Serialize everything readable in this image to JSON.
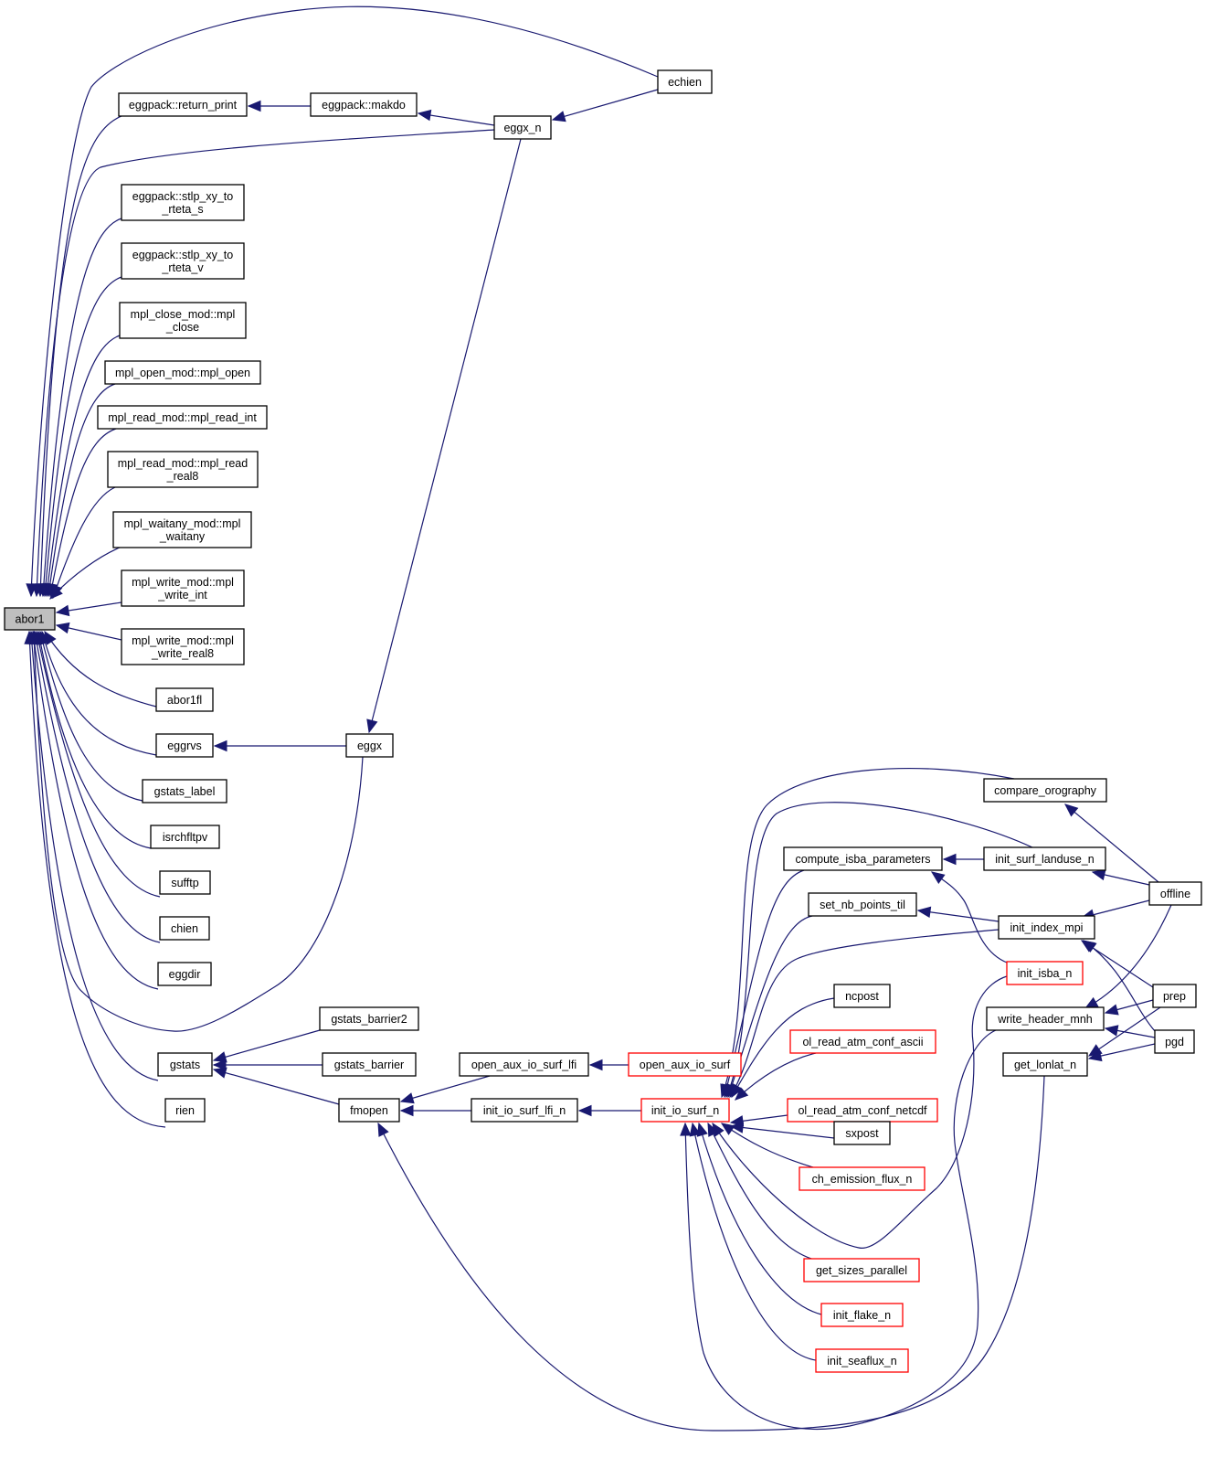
{
  "title": "abor1 caller graph",
  "colors": {
    "edge": "#191970",
    "root_fill": "#bfbfbf",
    "node_border": "#000000",
    "truncated_border": "#ff0000"
  },
  "root": "abor1",
  "nodes": [
    {
      "id": "abor1",
      "lines": [
        "abor1"
      ],
      "type": "root"
    },
    {
      "id": "eggpack_return_print",
      "lines": [
        "eggpack::return_print"
      ],
      "type": "normal"
    },
    {
      "id": "eggpack_makdo",
      "lines": [
        "eggpack::makdo"
      ],
      "type": "normal"
    },
    {
      "id": "eggx_n",
      "lines": [
        "eggx_n"
      ],
      "type": "normal"
    },
    {
      "id": "echien",
      "lines": [
        "echien"
      ],
      "type": "normal"
    },
    {
      "id": "stlp_s",
      "lines": [
        "eggpack::stlp_xy_to",
        "_rteta_s"
      ],
      "type": "normal"
    },
    {
      "id": "stlp_v",
      "lines": [
        "eggpack::stlp_xy_to",
        "_rteta_v"
      ],
      "type": "normal"
    },
    {
      "id": "mpl_close",
      "lines": [
        "mpl_close_mod::mpl",
        "_close"
      ],
      "type": "normal"
    },
    {
      "id": "mpl_open",
      "lines": [
        "mpl_open_mod::mpl_open"
      ],
      "type": "normal"
    },
    {
      "id": "mpl_read_int",
      "lines": [
        "mpl_read_mod::mpl_read_int"
      ],
      "type": "normal"
    },
    {
      "id": "mpl_read_real8",
      "lines": [
        "mpl_read_mod::mpl_read",
        "_real8"
      ],
      "type": "normal"
    },
    {
      "id": "mpl_waitany",
      "lines": [
        "mpl_waitany_mod::mpl",
        "_waitany"
      ],
      "type": "normal"
    },
    {
      "id": "mpl_write_int",
      "lines": [
        "mpl_write_mod::mpl",
        "_write_int"
      ],
      "type": "normal"
    },
    {
      "id": "mpl_write_real8",
      "lines": [
        "mpl_write_mod::mpl",
        "_write_real8"
      ],
      "type": "normal"
    },
    {
      "id": "abor1fl",
      "lines": [
        "abor1fl"
      ],
      "type": "normal"
    },
    {
      "id": "eggrvs",
      "lines": [
        "eggrvs"
      ],
      "type": "normal"
    },
    {
      "id": "eggx",
      "lines": [
        "eggx"
      ],
      "type": "normal"
    },
    {
      "id": "gstats_label",
      "lines": [
        "gstats_label"
      ],
      "type": "normal"
    },
    {
      "id": "isrchfltpv",
      "lines": [
        "isrchfltpv"
      ],
      "type": "normal"
    },
    {
      "id": "sufftp",
      "lines": [
        "sufftp"
      ],
      "type": "normal"
    },
    {
      "id": "chien",
      "lines": [
        "chien"
      ],
      "type": "normal"
    },
    {
      "id": "eggdir",
      "lines": [
        "eggdir"
      ],
      "type": "normal"
    },
    {
      "id": "gstats",
      "lines": [
        "gstats"
      ],
      "type": "normal"
    },
    {
      "id": "rien",
      "lines": [
        "rien"
      ],
      "type": "normal"
    },
    {
      "id": "gstats_barrier2",
      "lines": [
        "gstats_barrier2"
      ],
      "type": "normal"
    },
    {
      "id": "gstats_barrier",
      "lines": [
        "gstats_barrier"
      ],
      "type": "normal"
    },
    {
      "id": "fmopen",
      "lines": [
        "fmopen"
      ],
      "type": "normal"
    },
    {
      "id": "open_aux_io_surf_lfi",
      "lines": [
        "open_aux_io_surf_lfi"
      ],
      "type": "normal"
    },
    {
      "id": "init_io_surf_lfi_n",
      "lines": [
        "init_io_surf_lfi_n"
      ],
      "type": "normal"
    },
    {
      "id": "open_aux_io_surf",
      "lines": [
        "open_aux_io_surf"
      ],
      "type": "truncated"
    },
    {
      "id": "init_io_surf_n",
      "lines": [
        "init_io_surf_n"
      ],
      "type": "truncated"
    },
    {
      "id": "compare_orography",
      "lines": [
        "compare_orography"
      ],
      "type": "normal"
    },
    {
      "id": "compute_isba_parameters",
      "lines": [
        "compute_isba_parameters"
      ],
      "type": "normal"
    },
    {
      "id": "init_surf_landuse_n",
      "lines": [
        "init_surf_landuse_n"
      ],
      "type": "normal"
    },
    {
      "id": "set_nb_points_til",
      "lines": [
        "set_nb_points_til"
      ],
      "type": "normal"
    },
    {
      "id": "init_index_mpi",
      "lines": [
        "init_index_mpi"
      ],
      "type": "normal"
    },
    {
      "id": "offline",
      "lines": [
        "offline"
      ],
      "type": "normal"
    },
    {
      "id": "init_isba_n",
      "lines": [
        "init_isba_n"
      ],
      "type": "truncated"
    },
    {
      "id": "ncpost",
      "lines": [
        "ncpost"
      ],
      "type": "normal"
    },
    {
      "id": "write_header_mnh",
      "lines": [
        "write_header_mnh"
      ],
      "type": "normal"
    },
    {
      "id": "prep",
      "lines": [
        "prep"
      ],
      "type": "normal"
    },
    {
      "id": "ol_read_atm_conf_ascii",
      "lines": [
        "ol_read_atm_conf_ascii"
      ],
      "type": "truncated"
    },
    {
      "id": "pgd",
      "lines": [
        "pgd"
      ],
      "type": "normal"
    },
    {
      "id": "get_lonlat_n",
      "lines": [
        "get_lonlat_n"
      ],
      "type": "normal"
    },
    {
      "id": "ol_read_atm_conf_netcdf",
      "lines": [
        "ol_read_atm_conf_netcdf"
      ],
      "type": "truncated"
    },
    {
      "id": "sxpost",
      "lines": [
        "sxpost"
      ],
      "type": "normal"
    },
    {
      "id": "ch_emission_flux_n",
      "lines": [
        "ch_emission_flux_n"
      ],
      "type": "truncated"
    },
    {
      "id": "get_sizes_parallel",
      "lines": [
        "get_sizes_parallel"
      ],
      "type": "truncated"
    },
    {
      "id": "init_flake_n",
      "lines": [
        "init_flake_n"
      ],
      "type": "truncated"
    },
    {
      "id": "init_seaflux_n",
      "lines": [
        "init_seaflux_n"
      ],
      "type": "truncated"
    }
  ],
  "edges": [
    {
      "caller": "echien",
      "callee": "abor1"
    },
    {
      "caller": "eggpack_return_print",
      "callee": "abor1"
    },
    {
      "caller": "eggpack_makdo",
      "callee": "eggpack_return_print"
    },
    {
      "caller": "eggx_n",
      "callee": "eggpack_makdo"
    },
    {
      "caller": "echien",
      "callee": "eggx_n"
    },
    {
      "caller": "eggx_n",
      "callee": "abor1"
    },
    {
      "caller": "eggx_n",
      "callee": "eggx"
    },
    {
      "caller": "stlp_s",
      "callee": "abor1"
    },
    {
      "caller": "stlp_v",
      "callee": "abor1"
    },
    {
      "caller": "mpl_close",
      "callee": "abor1"
    },
    {
      "caller": "mpl_open",
      "callee": "abor1"
    },
    {
      "caller": "mpl_read_int",
      "callee": "abor1"
    },
    {
      "caller": "mpl_read_real8",
      "callee": "abor1"
    },
    {
      "caller": "mpl_waitany",
      "callee": "abor1"
    },
    {
      "caller": "mpl_write_int",
      "callee": "abor1"
    },
    {
      "caller": "mpl_write_real8",
      "callee": "abor1"
    },
    {
      "caller": "abor1fl",
      "callee": "abor1"
    },
    {
      "caller": "eggrvs",
      "callee": "abor1"
    },
    {
      "caller": "eggx",
      "callee": "eggrvs"
    },
    {
      "caller": "eggx",
      "callee": "abor1"
    },
    {
      "caller": "gstats_label",
      "callee": "abor1"
    },
    {
      "caller": "isrchfltpv",
      "callee": "abor1"
    },
    {
      "caller": "sufftp",
      "callee": "abor1"
    },
    {
      "caller": "chien",
      "callee": "abor1"
    },
    {
      "caller": "eggdir",
      "callee": "abor1"
    },
    {
      "caller": "gstats",
      "callee": "abor1"
    },
    {
      "caller": "rien",
      "callee": "abor1"
    },
    {
      "caller": "gstats_barrier2",
      "callee": "gstats"
    },
    {
      "caller": "gstats_barrier",
      "callee": "gstats"
    },
    {
      "caller": "fmopen",
      "callee": "gstats"
    },
    {
      "caller": "open_aux_io_surf_lfi",
      "callee": "fmopen"
    },
    {
      "caller": "init_io_surf_lfi_n",
      "callee": "fmopen"
    },
    {
      "caller": "get_lonlat_n",
      "callee": "fmopen"
    },
    {
      "caller": "open_aux_io_surf",
      "callee": "open_aux_io_surf_lfi"
    },
    {
      "caller": "init_io_surf_n",
      "callee": "init_io_surf_lfi_n"
    },
    {
      "caller": "compare_orography",
      "callee": "init_io_surf_n"
    },
    {
      "caller": "compute_isba_parameters",
      "callee": "init_io_surf_n"
    },
    {
      "caller": "init_surf_landuse_n",
      "callee": "init_io_surf_n"
    },
    {
      "caller": "set_nb_points_til",
      "callee": "init_io_surf_n"
    },
    {
      "caller": "init_index_mpi",
      "callee": "init_io_surf_n"
    },
    {
      "caller": "ncpost",
      "callee": "init_io_surf_n"
    },
    {
      "caller": "ol_read_atm_conf_ascii",
      "callee": "init_io_surf_n"
    },
    {
      "caller": "ol_read_atm_conf_netcdf",
      "callee": "init_io_surf_n"
    },
    {
      "caller": "sxpost",
      "callee": "init_io_surf_n"
    },
    {
      "caller": "ch_emission_flux_n",
      "callee": "init_io_surf_n"
    },
    {
      "caller": "init_isba_n",
      "callee": "init_io_surf_n"
    },
    {
      "caller": "write_header_mnh",
      "callee": "init_io_surf_n"
    },
    {
      "caller": "get_sizes_parallel",
      "callee": "init_io_surf_n"
    },
    {
      "caller": "init_flake_n",
      "callee": "init_io_surf_n"
    },
    {
      "caller": "init_seaflux_n",
      "callee": "init_io_surf_n"
    },
    {
      "caller": "init_surf_landuse_n",
      "callee": "compute_isba_parameters"
    },
    {
      "caller": "init_isba_n",
      "callee": "compute_isba_parameters"
    },
    {
      "caller": "init_index_mpi",
      "callee": "set_nb_points_til"
    },
    {
      "caller": "offline",
      "callee": "compare_orography"
    },
    {
      "caller": "offline",
      "callee": "init_surf_landuse_n"
    },
    {
      "caller": "offline",
      "callee": "init_index_mpi"
    },
    {
      "caller": "offline",
      "callee": "write_header_mnh"
    },
    {
      "caller": "prep",
      "callee": "init_index_mpi"
    },
    {
      "caller": "pgd",
      "callee": "init_index_mpi"
    },
    {
      "caller": "prep",
      "callee": "write_header_mnh"
    },
    {
      "caller": "pgd",
      "callee": "write_header_mnh"
    },
    {
      "caller": "prep",
      "callee": "get_lonlat_n"
    },
    {
      "caller": "pgd",
      "callee": "get_lonlat_n"
    }
  ]
}
